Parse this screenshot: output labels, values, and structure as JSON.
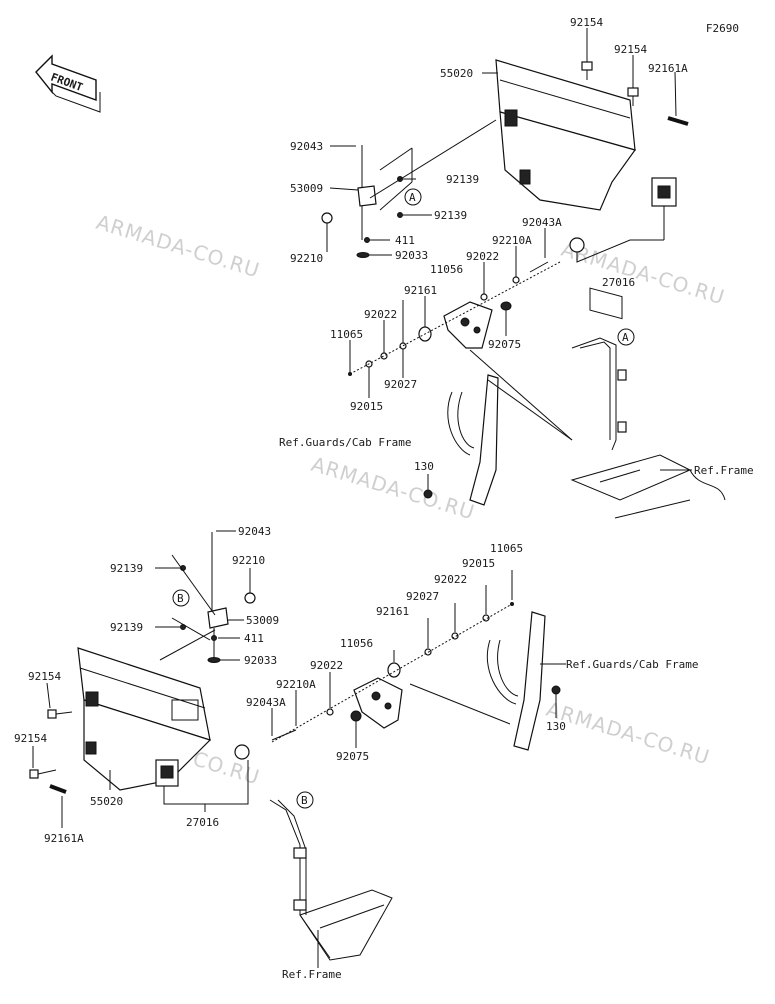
{
  "diagram_code": "F2690",
  "front_label": "FRONT",
  "watermark": "ARMADA-CO.RU",
  "ref_markers": {
    "a": "A",
    "b": "B"
  },
  "labels": {
    "u_92154a": "92154",
    "u_92154b": "92154",
    "u_92161A": "92161A",
    "u_55020": "55020",
    "u_92043": "92043",
    "u_92139a": "92139",
    "u_53009": "53009",
    "u_92139b": "92139",
    "u_92210": "92210",
    "u_411": "411",
    "u_92033": "92033",
    "u_92043A": "92043A",
    "u_92210A": "92210A",
    "u_11056": "11056",
    "u_92022a": "92022",
    "u_92161": "92161",
    "u_27016": "27016",
    "u_92022b": "92022",
    "u_11065": "11065",
    "u_92075": "92075",
    "u_92027": "92027",
    "u_92015": "92015",
    "u_refGuards": "Ref.Guards/Cab Frame",
    "u_130": "130",
    "u_refFrame": "Ref.Frame",
    "l_92043": "92043",
    "l_92139a": "92139",
    "l_92210": "92210",
    "l_53009": "53009",
    "l_92139b": "92139",
    "l_411": "411",
    "l_92033": "92033",
    "l_92154a": "92154",
    "l_92154b": "92154",
    "l_55020": "55020",
    "l_92161A": "92161A",
    "l_27016": "27016",
    "l_92043A": "92043A",
    "l_92210A": "92210A",
    "l_92022a": "92022",
    "l_11056": "11056",
    "l_92161": "92161",
    "l_92027": "92027",
    "l_92022b": "92022",
    "l_92015": "92015",
    "l_11065": "11065",
    "l_92075": "92075",
    "l_refGuards": "Ref.Guards/Cab Frame",
    "l_130": "130",
    "l_refFrame": "Ref.Frame"
  }
}
